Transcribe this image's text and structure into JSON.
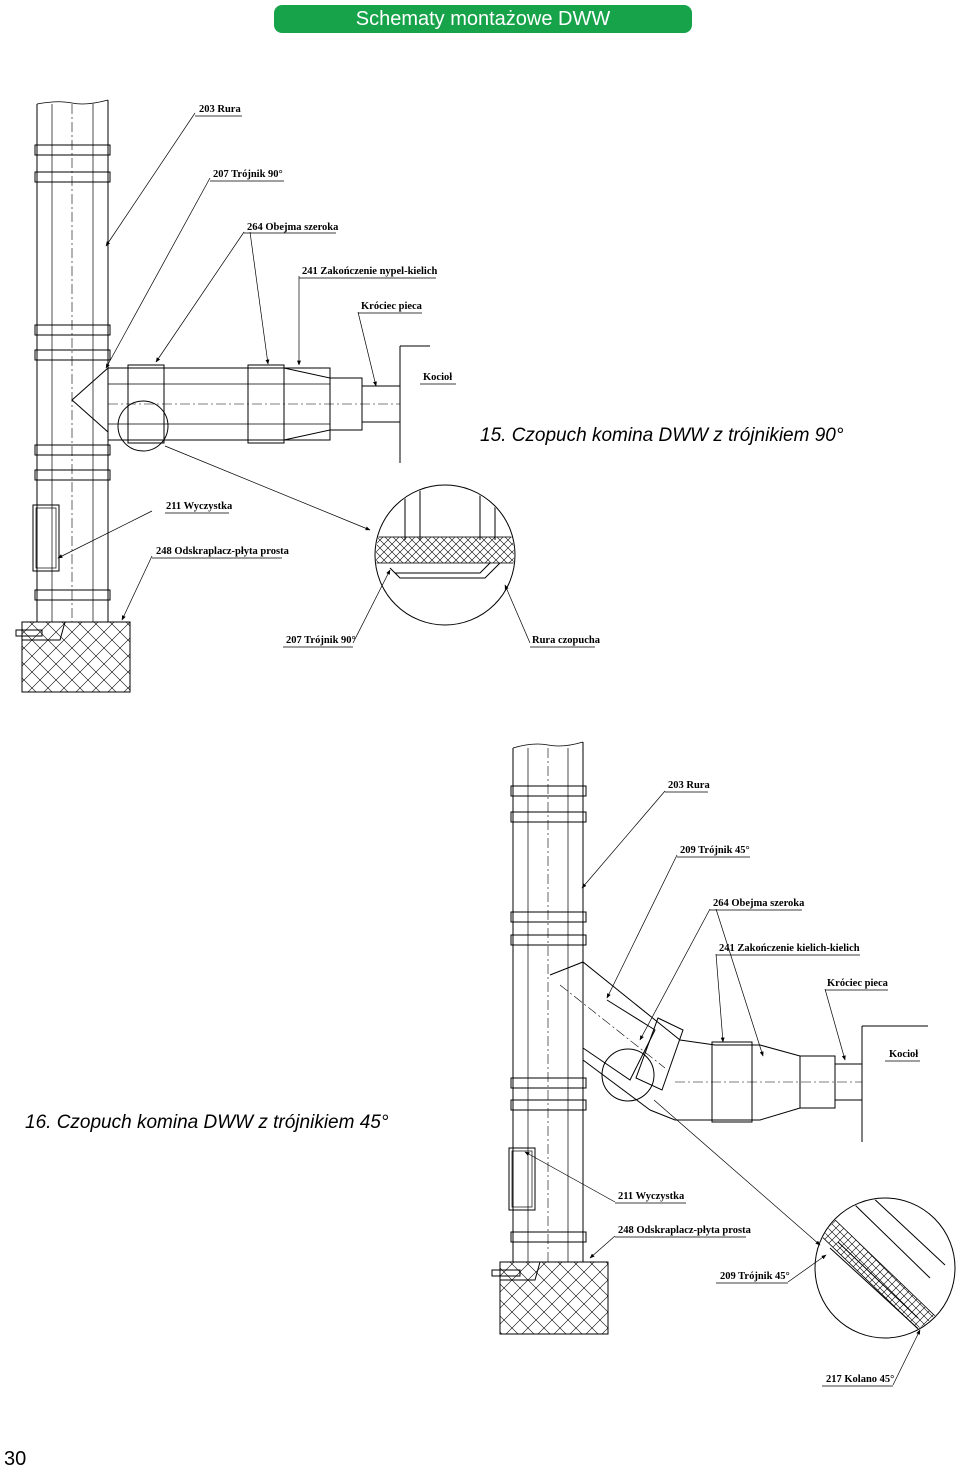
{
  "header": {
    "title": "Schematy montażowe DWW",
    "color": "#16a34a"
  },
  "diagram15": {
    "caption": "15. Czopuch komina DWW z trójnikiem 90°",
    "labels": {
      "rura": "203 Rura",
      "trojnik": "207 Trójnik 90°",
      "obejma": "264 Obejma szeroka",
      "zakonczenie": "241 Zakończenie nypel-kielich",
      "krociec": "Króciec pieca",
      "kociol": "Kocioł",
      "wyczystka": "211 Wyczystka",
      "odskraplacz": "248 Odskraplacz-płyta prosta",
      "trojnik_bottom": "207 Trójnik 90°",
      "rura_czopucha": "Rura czopucha"
    }
  },
  "diagram16": {
    "caption": "16. Czopuch komina DWW z trójnikiem 45°",
    "labels": {
      "rura": "203 Rura",
      "trojnik": "209 Trójnik 45°",
      "obejma": "264 Obejma szeroka",
      "zakonczenie": "241 Zakończenie kielich-kielich",
      "krociec": "Króciec pieca",
      "kociol": "Kocioł",
      "wyczystka": "211 Wyczystka",
      "odskraplacz": "248 Odskraplacz-płyta prosta",
      "trojnik_bottom": "209 Trójnik 45°",
      "kolano": "217 Kolano 45°"
    }
  },
  "page_number": "30"
}
